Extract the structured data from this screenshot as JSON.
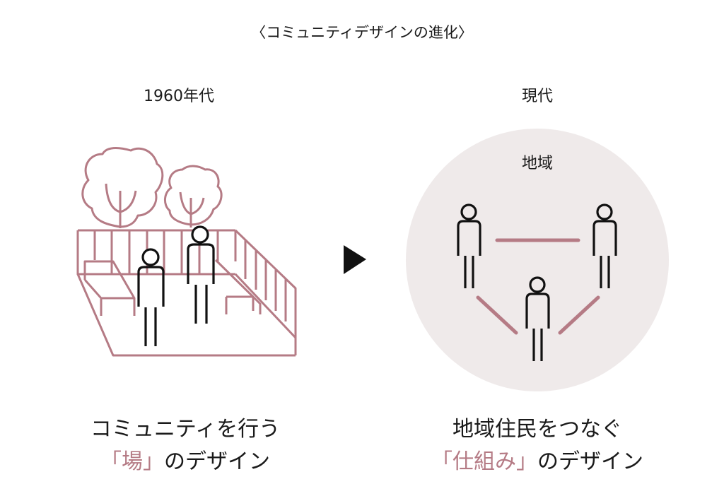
{
  "title": "〈コミュニティデザインの進化〉",
  "left": {
    "era": "1960年代",
    "caption_line1": "コミュニティを行う",
    "caption_accent": "「場」",
    "caption_rest": "のデザイン"
  },
  "right": {
    "era": "現代",
    "region": "地域",
    "caption_line1": "地域住民をつなぐ",
    "caption_accent": "「仕組み」",
    "caption_rest": "のデザイン"
  },
  "colors": {
    "accent": "#b57b85",
    "circle": "#efeaea",
    "figure": "#111111"
  }
}
